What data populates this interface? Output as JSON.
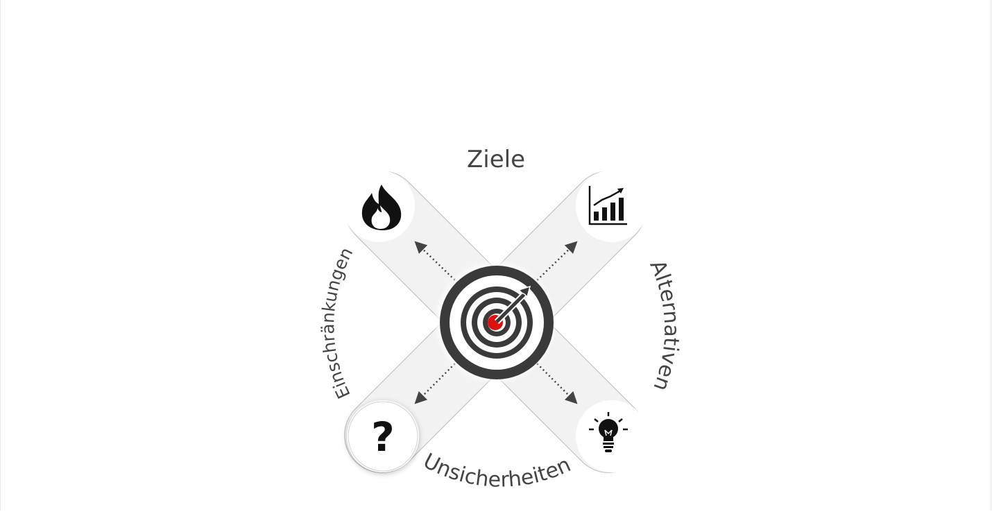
{
  "diagram": {
    "labels": {
      "top": "Ziele",
      "right": "Alternativen",
      "bottom": "Unsicherheiten",
      "left": "Einschränkungen"
    },
    "center_icon": "target-with-arrow-icon",
    "corner_icons": {
      "top_left": "fire-icon",
      "top_right": "bar-chart-growth-icon",
      "bottom_left": "question-mark-icon",
      "bottom_right": "lightbulb-icon"
    },
    "colors": {
      "bar_fill": "#f2f2f2",
      "bar_stroke": "#bdbdbd",
      "label_text": "#444444",
      "icon": "#111111",
      "target_ring": "#3a3a3a",
      "target_bullseye": "#e01010"
    }
  }
}
